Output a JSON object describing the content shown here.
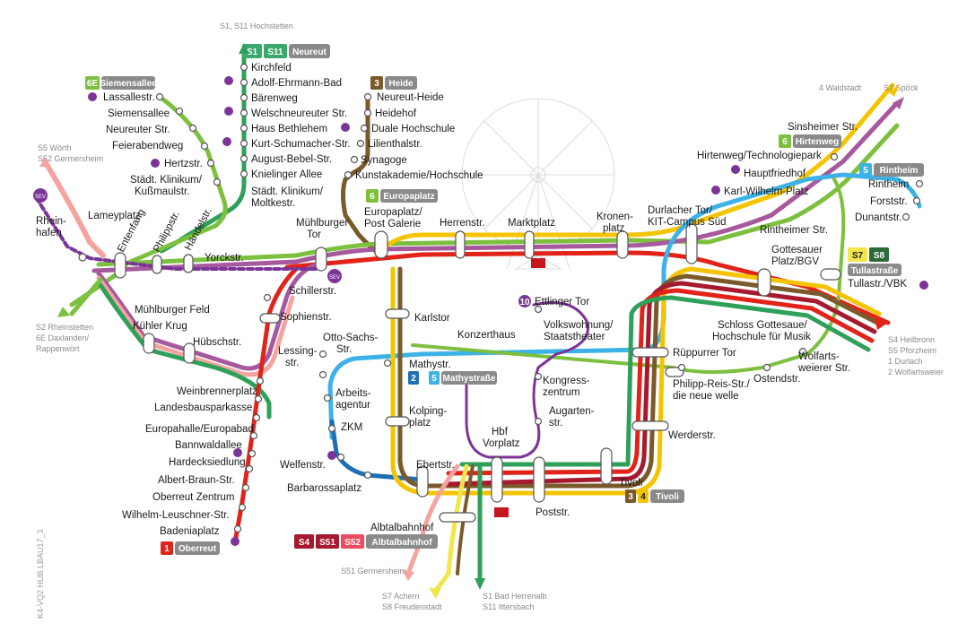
{
  "colors": {
    "line1": "#e2231a",
    "line2": "#1f6fb5",
    "line3": "#7a5a2b",
    "line4": "#f5c400",
    "line5": "#3db2e6",
    "line6": "#7dbf3e",
    "line10": "#7b3596",
    "s1": "#3aa96b",
    "s2": "#a6599d",
    "s4": "#a6192e",
    "s5": "#ef4b5e",
    "s52": "#f4a3a0",
    "s7": "#f1e64a",
    "s8": "#2d6a3a",
    "green": "#2fa05a",
    "grey": "#b0b0b0",
    "sev": "#7b3596"
  },
  "icons": {
    "walk": "pedestrian-icon",
    "bus": "bus-icon",
    "parking": "parking-icon",
    "train": "db-train-icon"
  },
  "badges": {
    "s1_num": "S1",
    "s11_num": "S11",
    "neureut": "Neureut",
    "l6e_num": "6E",
    "siemensallee": "Siemensallee",
    "l3_num": "3",
    "heide": "Heide",
    "l6_num": "6",
    "europaplatz": "Europaplatz",
    "l6b_num": "6",
    "hirtenweg": "Hirtenweg",
    "l5_num": "5",
    "rintheim": "Rintheim",
    "s7_num": "S7",
    "s8_num": "S8",
    "tullastrasse": "Tullastraße",
    "l10_num": "10",
    "l2_num": "2",
    "l5b_num": "5",
    "mathystrasse": "Mathystraße",
    "l3b_num": "3",
    "l4_num": "4",
    "tivoli": "Tivoli",
    "s4_num": "S4",
    "s51_num": "S51",
    "s52_num": "S52",
    "albtalbahnhof": "Albtalbahnhof",
    "l1_num": "1",
    "oberreut": "Oberreut"
  },
  "stations": {
    "kirchfeld": "Kirchfeld",
    "ehrmann": "Adolf-Ehrmann-Bad",
    "baerenweg": "Bärenweg",
    "welsch": "Welschneureuter Str.",
    "bethlehem": "Haus Bethlehem",
    "kschumacher": "Kurt-Schumacher-Str.",
    "abebel": "August-Bebel-Str.",
    "knielinger": "Knielinger Allee",
    "klinikum1": "Städt. Klinikum/",
    "klinikum2": "Moltkestr.",
    "lassalle": "Lassallestr.",
    "siemens": "Siemensallee",
    "neureuter": "Neureuter Str.",
    "feierabend": "Feierabendweg",
    "hertz": "Hertzstr.",
    "kussmaul1": "Städt. Klinikum/",
    "kussmaul2": "Kußmaulstr.",
    "rheinhafen1": "Rhein-",
    "rheinhafen2": "hafen",
    "lameyplatz": "Lameyplatz",
    "entenfang": "Entenfang",
    "philipp": "Philippstr.",
    "haendel": "Händelstr.",
    "yorck": "Yorckstr.",
    "muehlburgertor1": "Mühlburger",
    "muehlburgertor2": "Tor",
    "neureutheide": "Neureut-Heide",
    "heidehof": "Heidehof",
    "dualehs": "Duale Hochschule",
    "lilienthal": "Lilienthalstr.",
    "synagoge": "Synagoge",
    "kunstakademie": "Kunstakademie/Hochschule",
    "europa1": "Europaplatz/",
    "europa2": "Post Galerie",
    "herrenstr": "Herrenstr.",
    "marktplatz": "Marktplatz",
    "kronen1": "Kronen-",
    "kronen2": "platz",
    "durlachertor1": "Durlacher Tor/",
    "durlachertor2": "KIT-Campus Süd",
    "sinsheimer": "Sinsheimer Str.",
    "hirtenwegtp": "Hirtenweg/Technologiepark",
    "hauptfriedhof": "Hauptfriedhof",
    "kwplatz": "Karl-Wilhelm-Platz",
    "rintheim": "Rintheim",
    "forst": "Forststr.",
    "dunant": "Dunantstr.",
    "rintheimerstr": "Rintheimer Str.",
    "gottesauer1": "Gottesauer",
    "gottesauer2": "Platz/BGV",
    "tullastr": "Tullastr./VBK",
    "schlossgottesaue1": "Schloss Gottesaue/",
    "schlossgottesaue2": "Hochschule für Musik",
    "wolfarts1": "Wolfarts-",
    "wolfarts2": "weierer Str.",
    "ostend": "Ostendstr.",
    "philippreis1": "Philipp-Reis-Str./",
    "philippreis2": "die neue welle",
    "rueppurrer": "Rüppurrer Tor",
    "werder": "Werderstr.",
    "tivoli": "Tivoli",
    "ettlingertor": "Ettlinger Tor",
    "volkswohnung1": "Volkswohnung/",
    "volkswohnung2": "Staatstheater",
    "konzerthaus": "Konzerthaus",
    "kongress1": "Kongress-",
    "kongress2": "zentrum",
    "augarten1": "Augarten-",
    "augarten2": "str.",
    "hbf1": "Hbf",
    "hbf2": "Vorplatz",
    "poststr": "Poststr.",
    "karlstor": "Karlstor",
    "mathy": "Mathystr.",
    "kolping1": "Kolping-",
    "kolping2": "platz",
    "ebert": "Ebertstr.",
    "albtalbf": "Albtalbahnhof",
    "schiller": "Schillerstr.",
    "sophien": "Sophienstr.",
    "lessing1": "Lessing-",
    "lessing2": "str.",
    "ottosachs1": "Otto-Sachs-",
    "ottosachs2": "Str.",
    "arbeits1": "Arbeits-",
    "arbeits2": "agentur",
    "zkm": "ZKM",
    "welfen": "Welfenstr.",
    "barbarossa": "Barbarossaplatz",
    "muehlburgerfeld": "Mühlburger Feld",
    "kuehlerkrug": "Kühler Krug",
    "huebsch": "Hübschstr.",
    "weinbrenner": "Weinbrennerplatz",
    "lbausparkasse": "Landesbausparkasse",
    "europahalle": "Europahalle/Europabad",
    "bannwald": "Bannwaldallee",
    "hardeck": "Hardecksiedlung",
    "albertbraun": "Albert-Braun-Str.",
    "oberreutz": "Oberreut Zentrum",
    "leuschner": "Wilhelm-Leuschner-Str.",
    "badenia": "Badeniaplatz"
  },
  "terminals": {
    "hochstetten": "S1, S11 Hochstetten",
    "woerth1": "S5 Wörth",
    "woerth2": "S52 Germersheim",
    "waldstadt": "4 Waldstadt",
    "spoeck": "S2 Spöck",
    "rheinstetten1": "S2 Rheinstetten",
    "rheinstetten2": "6E Daxlanden/",
    "rheinstetten3": "Rappenwört",
    "heilbronn1": "S4 Heilbronn",
    "heilbronn2": "S5 Pforzheim",
    "heilbronn3": "1 Durlach",
    "heilbronn4": "2 Wolfartsweier",
    "germersheim": "S51 Germersheim",
    "achern1": "S7 Achern",
    "achern2": "S8 Freudenstadt",
    "herrenalb1": "S1 Bad Herrenalb",
    "herrenalb2": "S11 Ittersbach"
  },
  "misc": {
    "sev": "SEV",
    "code": "K4-VQ2 HUB LBAU17_3"
  }
}
